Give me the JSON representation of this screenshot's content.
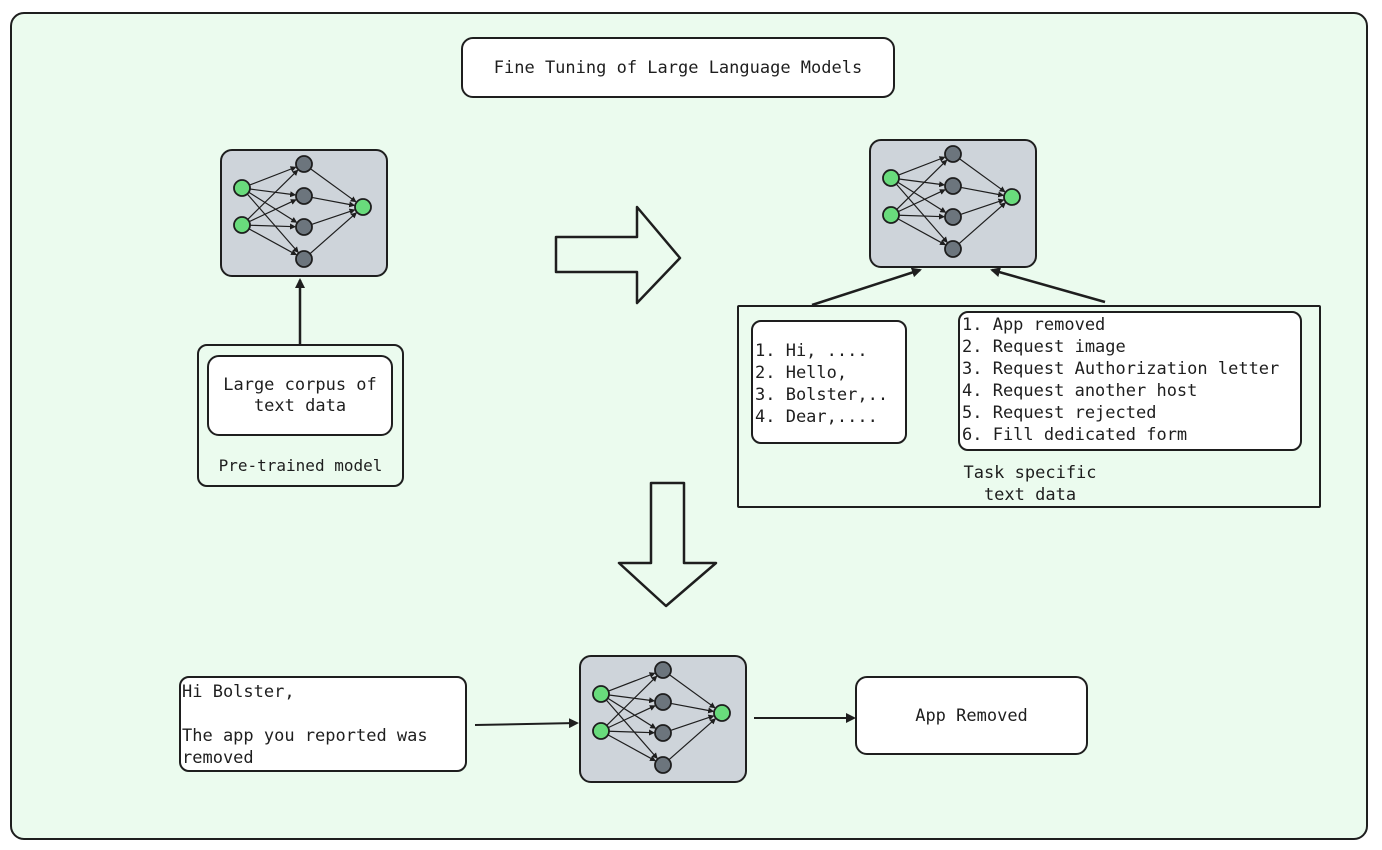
{
  "title": "Fine Tuning of Large Language Models",
  "corpus_label": "Large corpus of\ntext data",
  "pretrained_label": "Pre-trained model",
  "task_label": "Task specific\ntext data",
  "greetings": [
    "1. Hi, ....",
    "2. Hello,",
    "3. Bolster,..",
    "4. Dear,...."
  ],
  "responses": [
    "1. App removed",
    "2. Request image",
    "3. Request Authorization letter",
    "4. Request another host",
    "5. Request rejected",
    "6. Fill dedicated form"
  ],
  "email_text": "Hi Bolster,\n\nThe app you reported was\nremoved",
  "output_label": "App Removed",
  "colors": {
    "background": "#ebfbee",
    "network_panel": "#ced4da",
    "input_node": "#69db7c",
    "hidden_node": "#6c757d",
    "stroke": "#1e1e1e"
  },
  "icons": [
    "neural-network-icon",
    "right-arrow-icon",
    "down-arrow-icon"
  ]
}
